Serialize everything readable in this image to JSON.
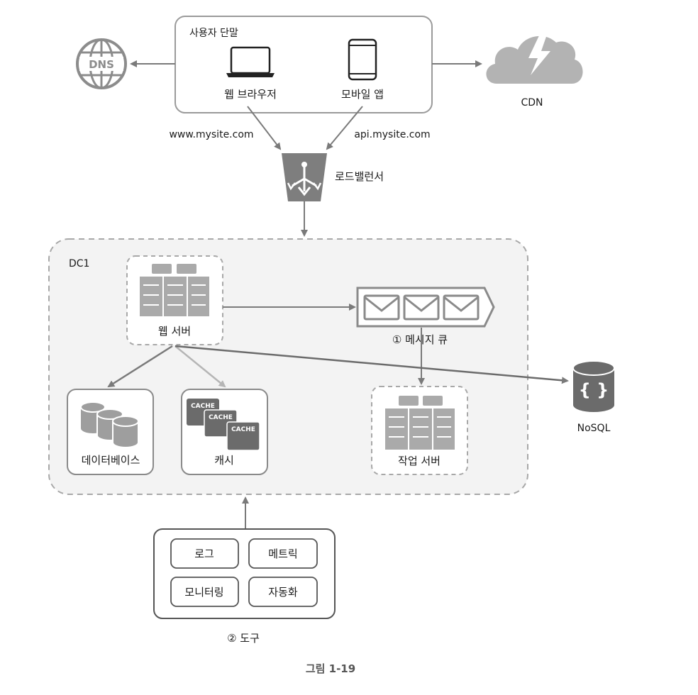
{
  "client": {
    "group_label": "사용자 단말",
    "web_browser": "웹 브라우저",
    "mobile_app": "모바일 앱",
    "web_domain": "www.mysite.com",
    "api_domain": "api.mysite.com"
  },
  "dns": {
    "label": "DNS"
  },
  "cdn": {
    "label": "CDN"
  },
  "load_balancer": {
    "label": "로드밸런서"
  },
  "datacenter": {
    "label": "DC1",
    "web_server": "웹 서버",
    "message_queue": "① 메시지 큐",
    "worker": "작업 서버",
    "database": "데이터베이스",
    "cache": "캐시",
    "cache_tag": "CACHE"
  },
  "nosql": {
    "label": "NoSQL"
  },
  "tools": {
    "label": "② 도구",
    "items": [
      "로그",
      "메트릭",
      "모니터링",
      "자동화"
    ]
  },
  "figure": {
    "caption": "그림 1-19"
  },
  "colors": {
    "icon_gray": "#9b9b9b",
    "dark_gray": "#6b6b6b",
    "border": "#8a8a8a",
    "dashed_border": "#a8a8a8",
    "dc_fill": "#f3f3f3"
  }
}
